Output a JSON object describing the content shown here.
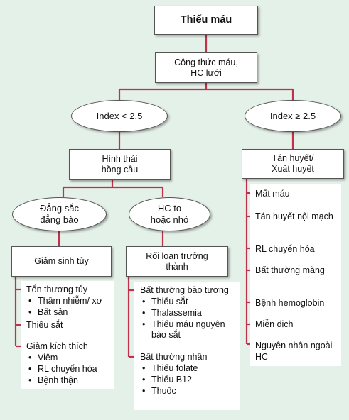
{
  "nodes": {
    "root": "Thiếu máu",
    "cbc_line1": "Công thức máu,",
    "cbc_line2": "HC lưới",
    "index_low": "Index < 2.5",
    "index_high": "Index ≥ 2.5",
    "morph_line1": "Hình thái",
    "morph_line2": "hồng cầu",
    "hemo_line1": "Tán huyết/",
    "hemo_line2": "Xuất huyết",
    "normo_line1": "Đẳng sắc",
    "normo_line2": "đẳng bào",
    "micro_line1": "HC to",
    "micro_line2": "hoặc nhỏ",
    "marrow": "Giảm sinh tủy",
    "maturation_line1": "Rối loạn trưởng",
    "maturation_line2": "thành"
  },
  "marrow_causes": {
    "damage": "Tổn thương tủy",
    "damage_items": [
      "Thâm nhiễm/ xơ",
      "Bất sản"
    ],
    "iron": "Thiếu sắt",
    "stim": "Giảm kích thích",
    "stim_items": [
      "Viêm",
      "RL chuyển hóa",
      "Bệnh thận"
    ]
  },
  "maturation_causes": {
    "cyto": "Bất thường bào tương",
    "cyto_items": [
      "Thiếu sắt",
      "Thalassemia"
    ],
    "cyto_item3_line1": "Thiếu máu nguyên",
    "cyto_item3_line2": "bào sắt",
    "nuclear": "Bất thường nhân",
    "nuclear_items": [
      "Thiếu folate",
      "Thiếu B12",
      "Thuốc"
    ]
  },
  "hemolysis_causes": [
    "Mất máu",
    "Tán huyết nội mạch",
    "RL chuyển hóa",
    "Bất thường màng",
    "Bệnh hemoglobin",
    "Miễn dịch",
    "Nguyên nhân ngoài",
    "HC"
  ],
  "colors": {
    "connector": "#c0314a",
    "background": "#e4f1e8"
  }
}
